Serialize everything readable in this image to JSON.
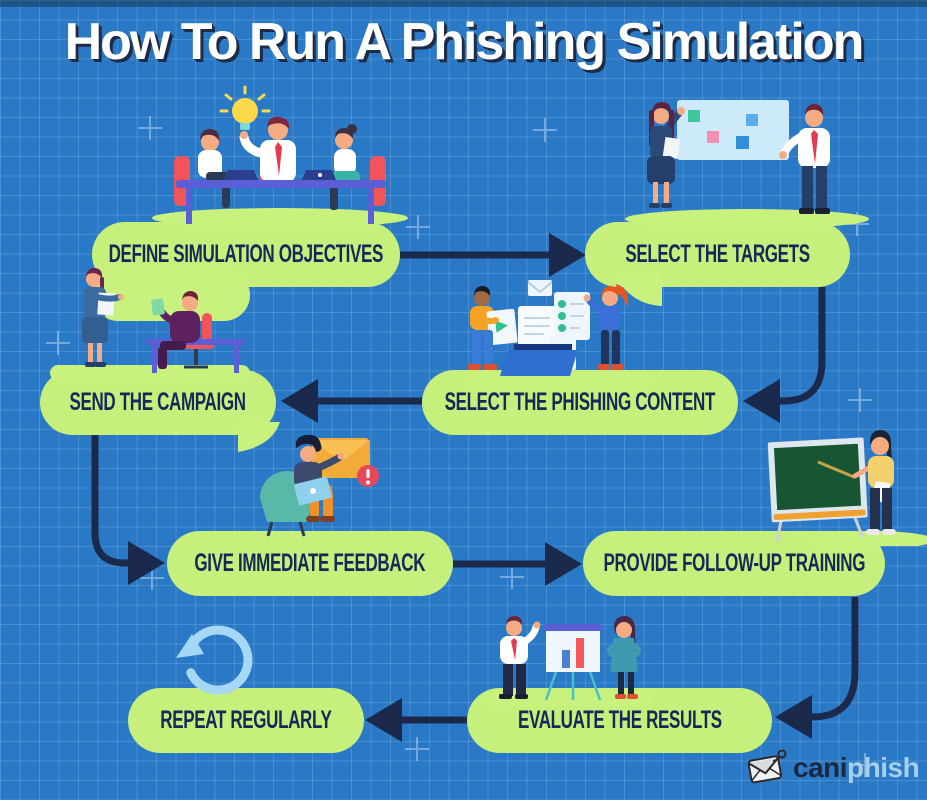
{
  "title": "How To Run A Phishing Simulation",
  "steps": [
    {
      "id": "define",
      "label": "DEFINE SIMULATION OBJECTIVES"
    },
    {
      "id": "targets",
      "label": "SELECT THE TARGETS"
    },
    {
      "id": "content",
      "label": "SELECT THE PHISHING CONTENT"
    },
    {
      "id": "send",
      "label": "SEND THE CAMPAIGN"
    },
    {
      "id": "feedback",
      "label": "GIVE IMMEDIATE FEEDBACK"
    },
    {
      "id": "training",
      "label": "PROVIDE FOLLOW-UP TRAINING"
    },
    {
      "id": "evaluate",
      "label": "EVALUATE THE RESULTS"
    },
    {
      "id": "repeat",
      "label": "REPEAT REGULARLY"
    }
  ],
  "logo": {
    "brand_primary": "cani",
    "brand_secondary": "phish"
  },
  "colors": {
    "background": "#2a79c6",
    "grid_line": "#4e94d6",
    "pill": "#c6ef7c",
    "pill_text": "#14295a",
    "arrow": "#1b2a4c",
    "title_text": "#ffffff",
    "title_shadow": "#1d2b47",
    "accent_green": "#c9f17e",
    "refresh_icon": "#a5d8f4",
    "logo_primary": "#1b2940",
    "logo_secondary": "#a6cfe9"
  }
}
